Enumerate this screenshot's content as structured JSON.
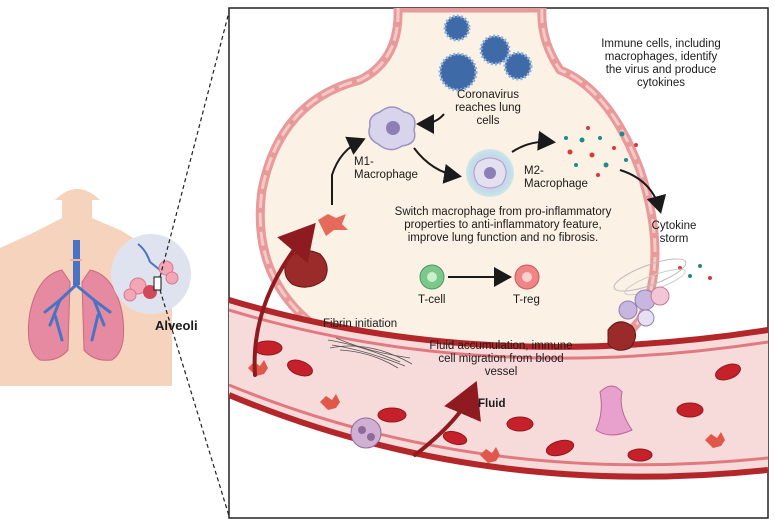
{
  "labels": {
    "alveoli": "Alveoli",
    "immune_note": [
      "Immune cells, including",
      "macrophages, identify",
      "the virus and produce",
      "cytokines"
    ],
    "coronavirus": [
      "Coronavirus",
      "reaches lung",
      "cells"
    ],
    "m1": [
      "M1-",
      "Macrophage"
    ],
    "m2": [
      "M2-",
      "Macrophage"
    ],
    "switch": [
      "Switch macrophage from pro-inflammatory",
      "properties  to anti-inflammatory feature,",
      "improve lung function and no fibrosis."
    ],
    "cytokine": [
      "Cytokine",
      "storm"
    ],
    "tcell": "T-cell",
    "treg": "T-reg",
    "fibrin": "Fibrin initiation",
    "fluid_note": [
      "Fluid accumulation, immune",
      "cell migration from blood",
      "vessel"
    ],
    "fluid": "Fluid"
  },
  "colors": {
    "alveolus_wall": "#e89a9a",
    "alveolus_fill": "#fbf1e4",
    "vessel_wall": "#b3262a",
    "blood_cell": "#c6202a",
    "arrow_red": "#8e1b1f",
    "virus": "#3e6aa8",
    "tcell": "#7bc88a",
    "treg": "#f08585",
    "lung": "#e58aa0",
    "skin": "#f6d3bd"
  }
}
